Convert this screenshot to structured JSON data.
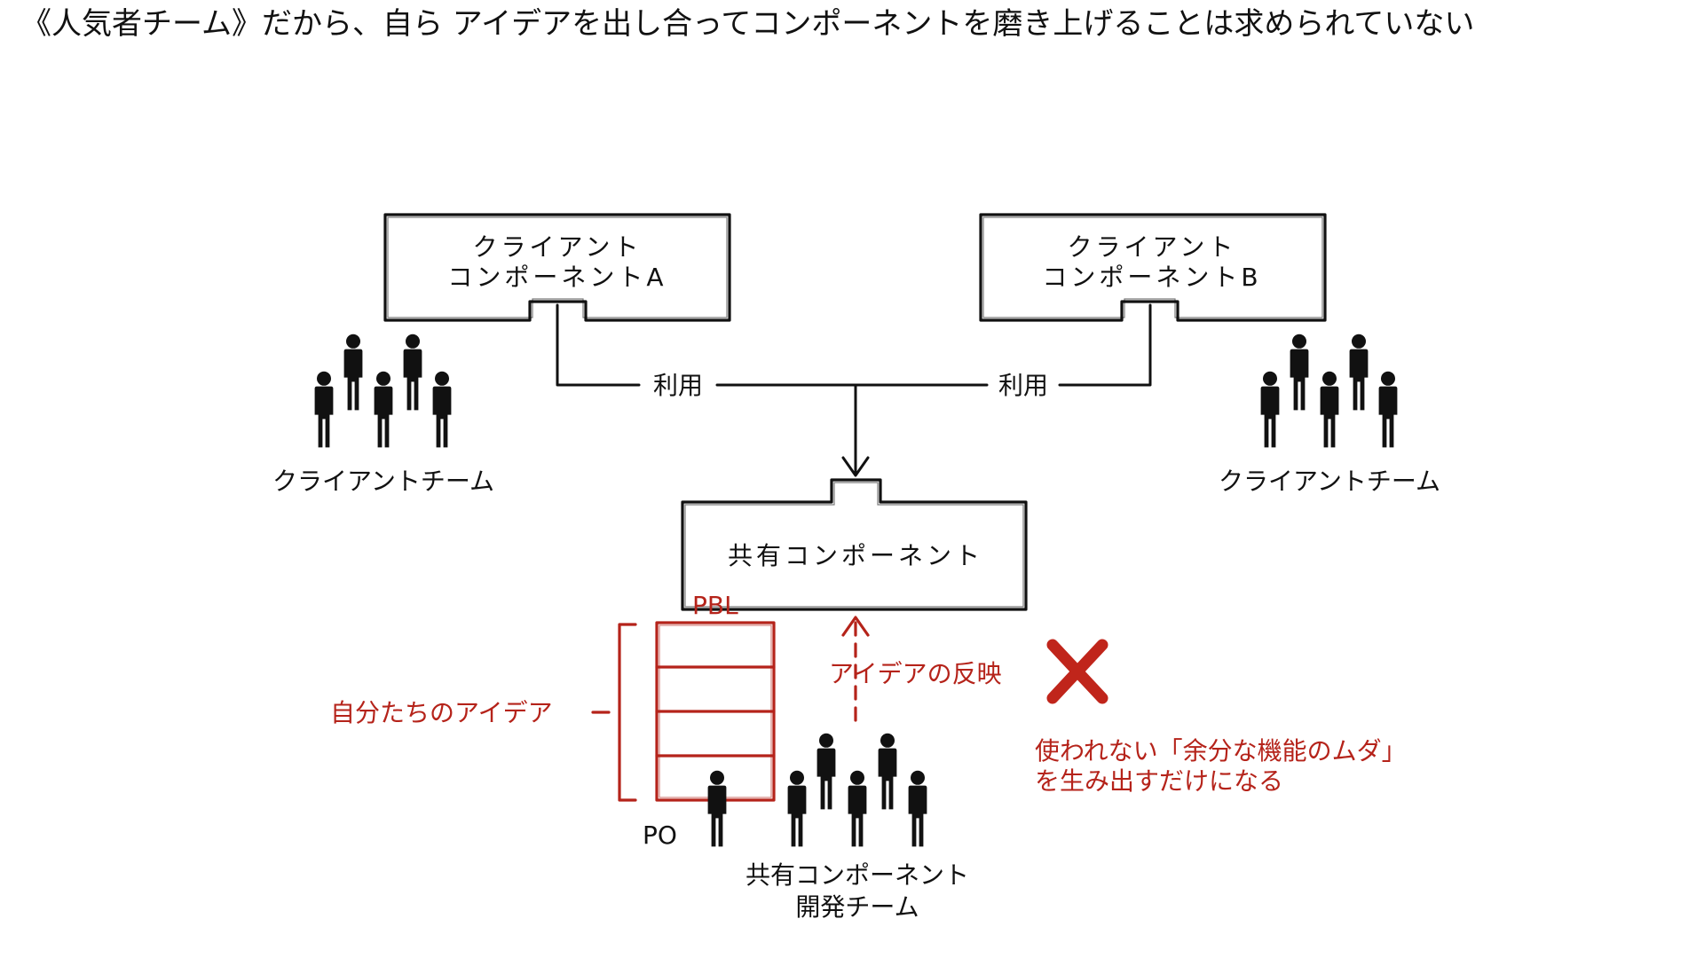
{
  "headline": "《人気者チーム》だから、自ら アイデアを出し合ってコンポーネントを磨き上げることは求められていない",
  "colors": {
    "ink": "#111111",
    "accent_red": "#b5231a",
    "cross_red": "#c0251b"
  },
  "client_a": {
    "line1": "クライアント",
    "line2": "コンポーネントA",
    "team_label": "クライアントチーム"
  },
  "client_b": {
    "line1": "クライアント",
    "line2": "コンポーネントB",
    "team_label": "クライアントチーム"
  },
  "usage": {
    "left_label": "利用",
    "right_label": "利用"
  },
  "shared": {
    "component_label": "共有コンポーネント",
    "pbl_label": "PBL",
    "own_ideas_label": "自分たちのアイデア",
    "reflect_label": "アイデアの反映",
    "po_label": "PO",
    "team_line1": "共有コンポーネント",
    "team_line2": "開発チーム"
  },
  "waste_note": {
    "line1": "使われない「余分な機能のムダ」",
    "line2": "を生み出すだけになる",
    "cross_icon": "cross-mark-icon"
  }
}
